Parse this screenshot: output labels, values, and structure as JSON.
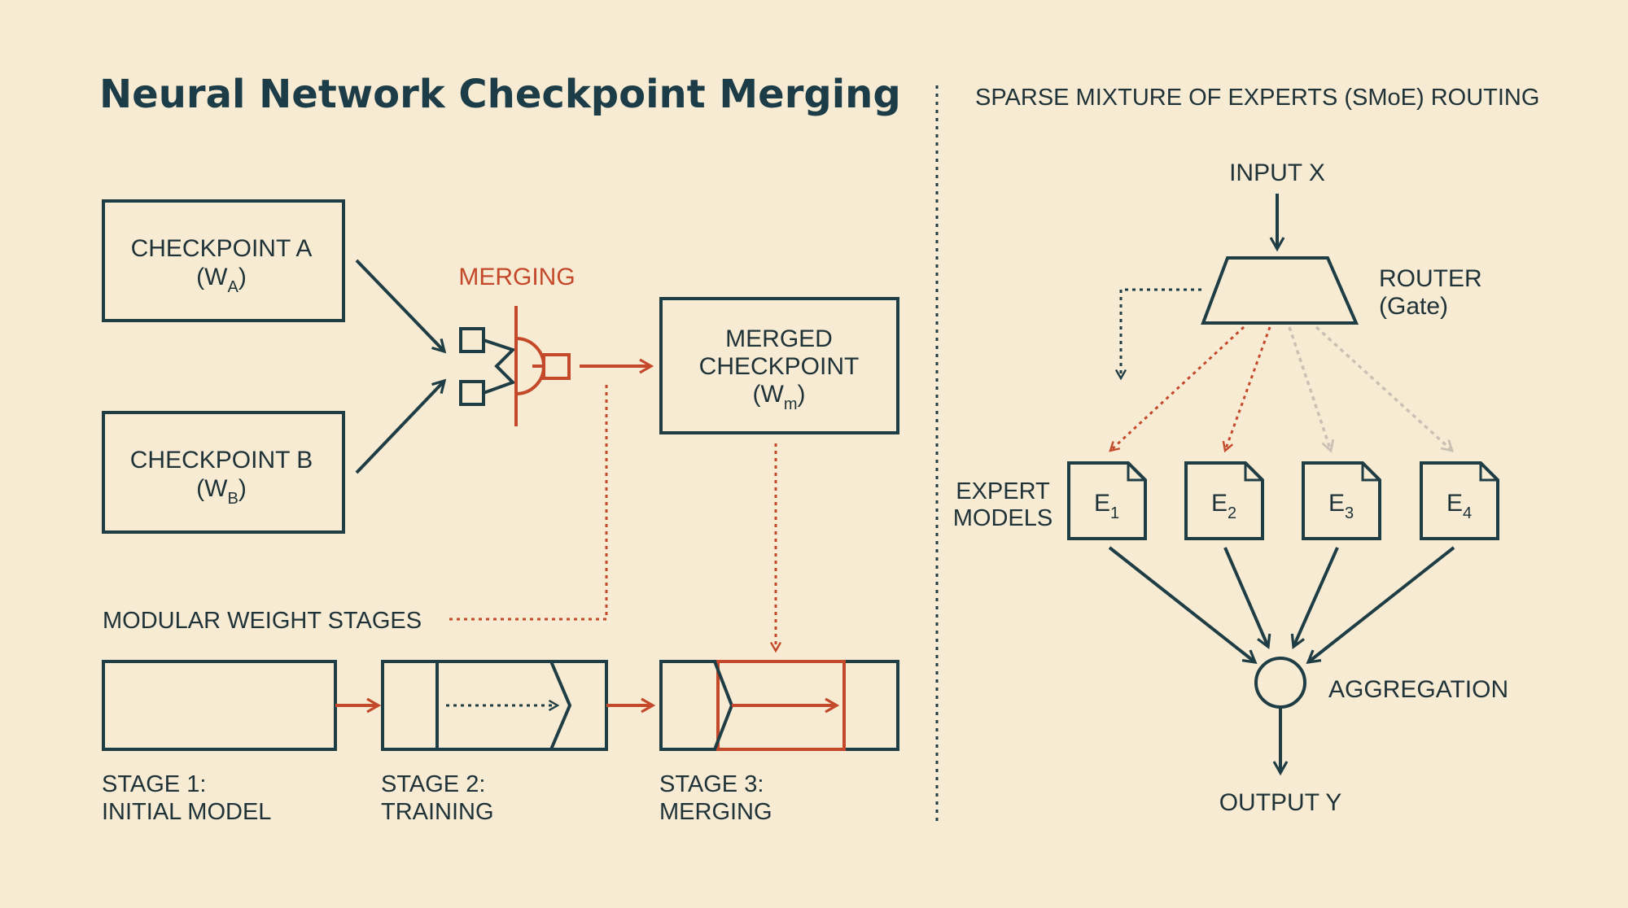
{
  "left_panel": {
    "title": "Neural Network Checkpoint Merging",
    "checkpoint_a": {
      "label": "CHECKPOINT A",
      "sub_open": "(W",
      "sub": "A",
      "sub_close": ")"
    },
    "checkpoint_b": {
      "label": "CHECKPOINT B",
      "sub_open": "(W",
      "sub": "B",
      "sub_close": ")"
    },
    "merging_label": "MERGING",
    "merged": {
      "line1": "MERGED",
      "line2": "CHECKPOINT",
      "sub_open": "(W",
      "sub": "m",
      "sub_close": ")"
    },
    "stages_heading": "MODULAR WEIGHT STAGES",
    "stages": [
      {
        "line1": "STAGE 1:",
        "line2": "INITIAL MODEL"
      },
      {
        "line1": "STAGE 2:",
        "line2": "TRAINING"
      },
      {
        "line1": "STAGE 3:",
        "line2": "MERGING"
      }
    ]
  },
  "right_panel": {
    "title": "SPARSE MIXTURE OF EXPERTS (SMoE) ROUTING",
    "input_label": "INPUT X",
    "router_line1": "ROUTER",
    "router_line2": "(Gate)",
    "experts_line1": "EXPERT",
    "experts_line2": "MODELS",
    "experts": [
      {
        "letter": "E",
        "index": "1"
      },
      {
        "letter": "E",
        "index": "2"
      },
      {
        "letter": "E",
        "index": "3"
      },
      {
        "letter": "E",
        "index": "4"
      }
    ],
    "aggregation_label": "AGGREGATION",
    "output_label": "OUTPUT Y"
  },
  "colors": {
    "background": "#f7ebd3",
    "dark": "#1f3d45",
    "accent": "#c4492a",
    "inactive": "#c8c1b4"
  }
}
